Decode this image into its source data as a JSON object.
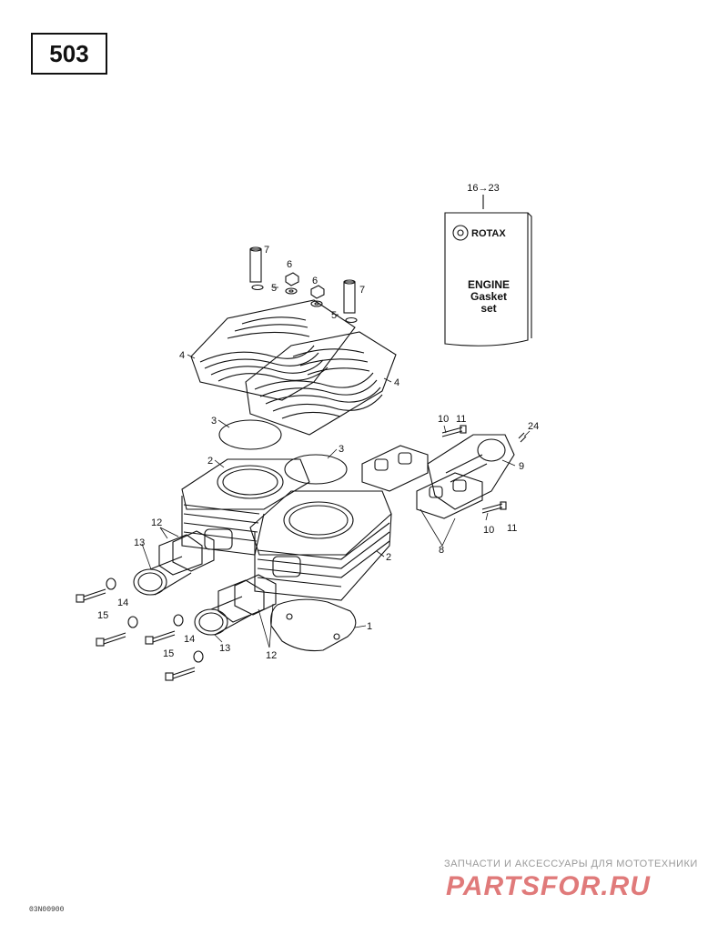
{
  "page": {
    "number": "503",
    "ref_code": "03N00900"
  },
  "gasket_set": {
    "callout": "16→23",
    "brand": "ROTAX",
    "line1": "ENGINE",
    "line2": "Gasket",
    "line3": "set"
  },
  "labels": {
    "l1": "1",
    "l2a": "2",
    "l2b": "2",
    "l3a": "3",
    "l3b": "3",
    "l4a": "4",
    "l4b": "4",
    "l5a": "5",
    "l5b": "5",
    "l6a": "6",
    "l6b": "6",
    "l7a": "7",
    "l7b": "7",
    "l8": "8",
    "l9": "9",
    "l10a": "10",
    "l10b": "10",
    "l11a": "11",
    "l11b": "11",
    "l12a": "12",
    "l12b": "12",
    "l13a": "13",
    "l13b": "13",
    "l14a": "14",
    "l14b": "14",
    "l15a": "15",
    "l15b": "15",
    "l24": "24"
  },
  "watermark": {
    "line1": "ЗАПЧАСТИ И АКСЕССУАРЫ ДЛЯ МОТОТЕХНИКИ",
    "logo": "PARTSFOR.RU"
  },
  "colors": {
    "ink": "#111111",
    "watermark_logo": "#e07a7a",
    "watermark_text": "#9a9a9a"
  }
}
